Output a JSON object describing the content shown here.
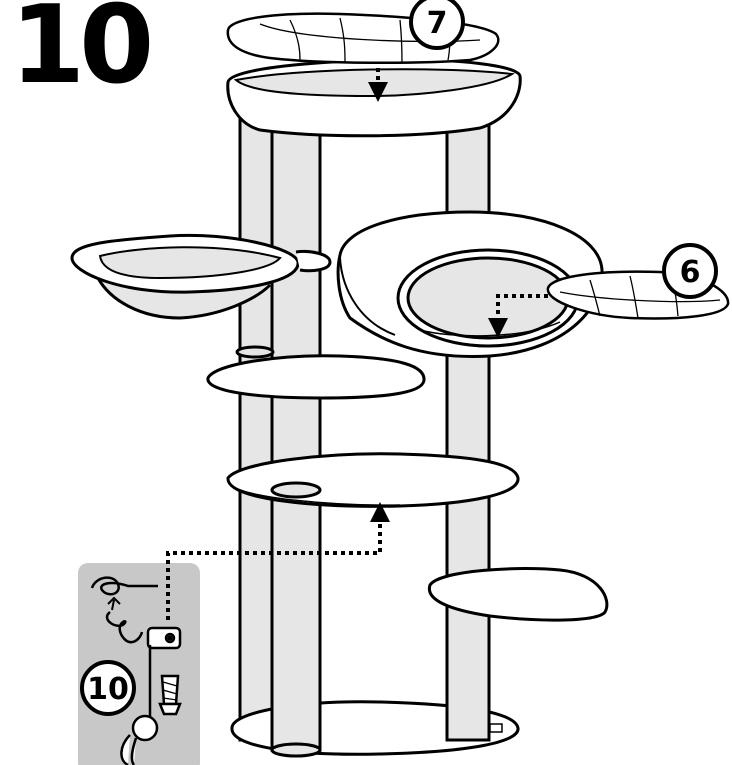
{
  "step": {
    "number": "10"
  },
  "callouts": [
    {
      "part": "7",
      "icon": "numbered-circle-icon"
    },
    {
      "part": "6",
      "icon": "numbered-circle-icon"
    },
    {
      "part": "10",
      "icon": "numbered-circle-icon"
    }
  ],
  "colors": {
    "ink": "#000000",
    "post_fill": "#e6e6e6",
    "panel_fill": "#c8c8c8",
    "background": "#ffffff"
  },
  "icons": [
    "cushion-icon",
    "cat-bed-icon",
    "hammock-icon",
    "toy-ball-icon",
    "feather-icon",
    "screw-icon",
    "bracket-icon",
    "dotted-arrow-icon"
  ]
}
